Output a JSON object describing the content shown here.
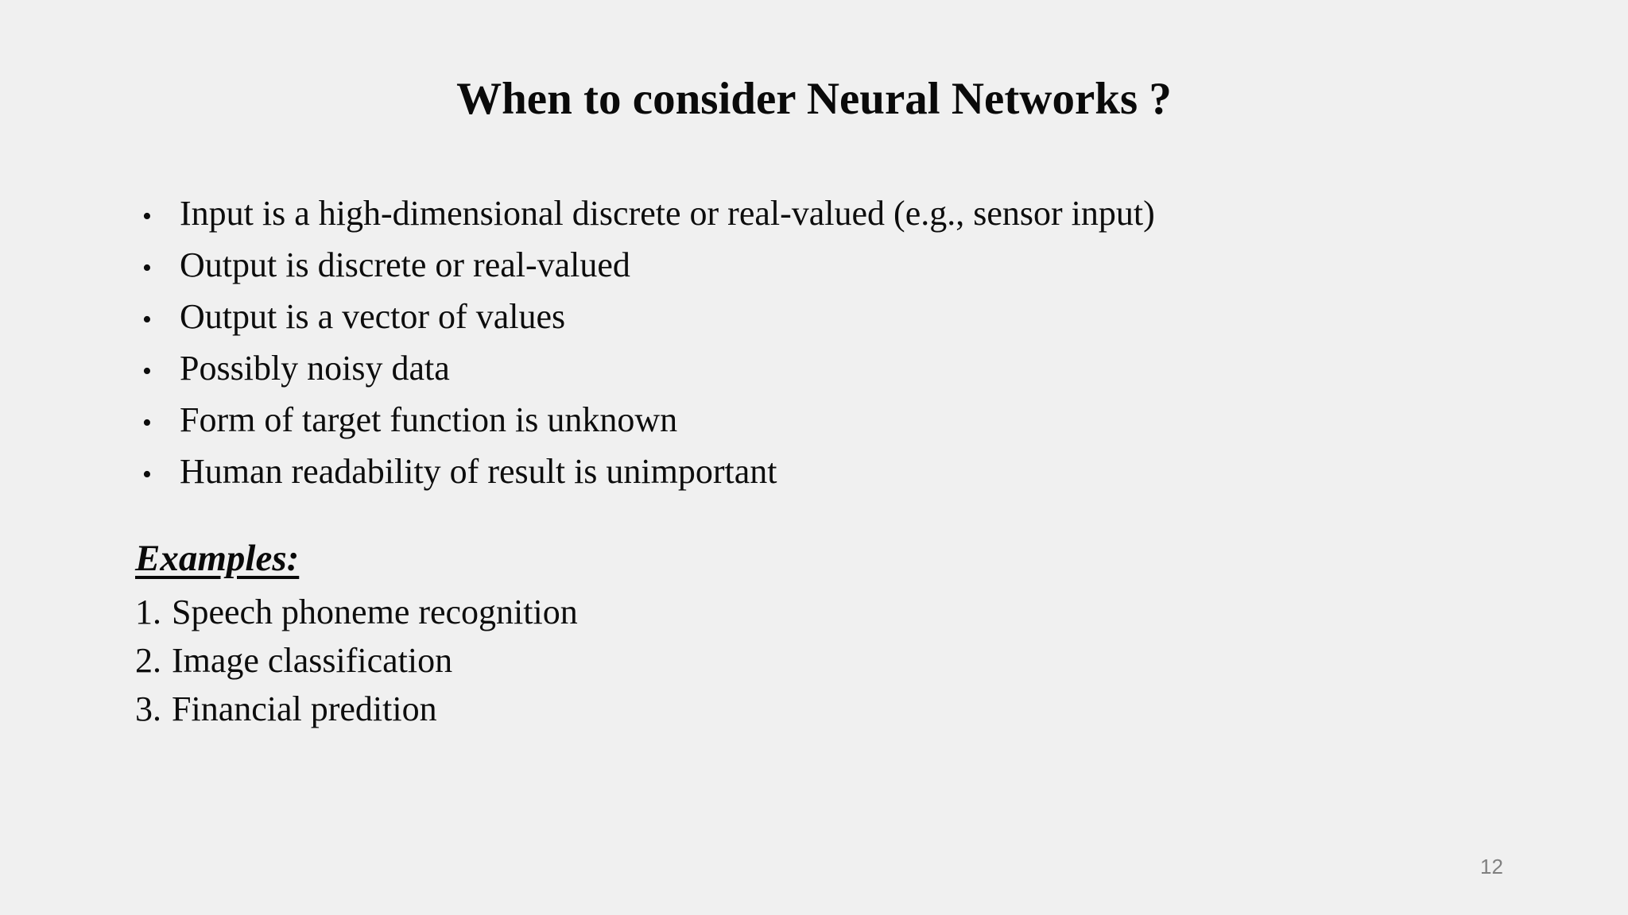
{
  "slide": {
    "title": "When to consider Neural Networks ?",
    "bullet_glyph": "•",
    "bullets": [
      "Input is a high-dimensional discrete or real-valued (e.g., sensor input)",
      "Output is discrete or real-valued",
      "Output is a vector of values",
      "Possibly noisy data",
      "Form of target function is unknown",
      "Human readability of result is unimportant"
    ],
    "examples_heading": "Examples:",
    "examples": [
      {
        "num": "1.",
        "text": "Speech phoneme recognition"
      },
      {
        "num": "2.",
        "text": "Image classification"
      },
      {
        "num": "3.",
        "text": "Financial predition"
      }
    ],
    "page_number": "12",
    "colors": {
      "background": "#f0f0f0",
      "text": "#0d0d0d",
      "page_number": "#808080"
    }
  }
}
